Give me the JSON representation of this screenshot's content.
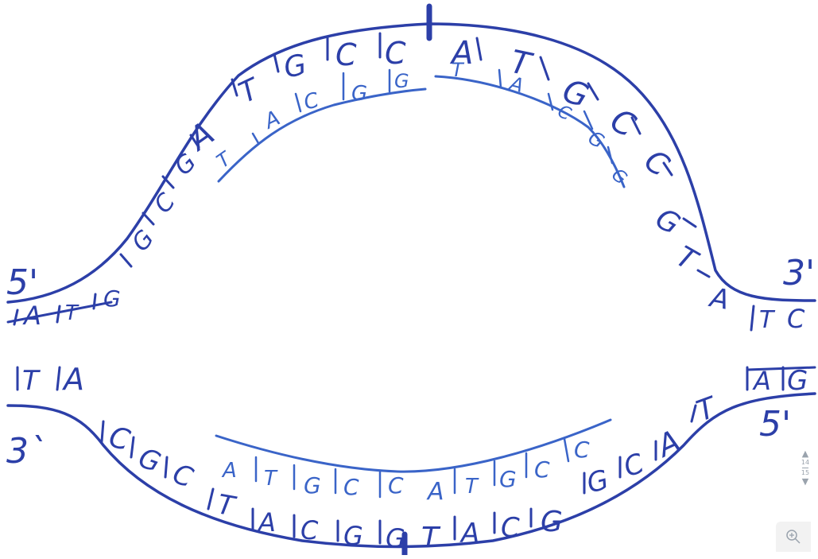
{
  "strand_labels": {
    "top_left": "5'",
    "top_right": "3'",
    "bottom_left": "3`",
    "bottom_right": "5'"
  },
  "top_strand_bases": [
    "A",
    "T",
    "G",
    "G",
    "C",
    "G",
    "A",
    "T",
    "G",
    "C",
    "C",
    "A",
    "T",
    "G",
    "C",
    "C",
    "G",
    "T",
    "A",
    "T",
    "C"
  ],
  "top_new_bases": [
    "T",
    "A",
    "C",
    "G",
    "G",
    "T",
    "A",
    "C",
    "G",
    "G"
  ],
  "bottom_strand_bases": [
    "T",
    "A",
    "C",
    "G",
    "C",
    "T",
    "A",
    "C",
    "G",
    "G",
    "T",
    "A",
    "C",
    "G",
    "G",
    "C",
    "A",
    "T",
    "A",
    "G"
  ],
  "bottom_new_bases": [
    "A",
    "T",
    "G",
    "C",
    "C",
    "A",
    "T",
    "G",
    "C",
    "C"
  ],
  "page_indicator": {
    "current": "14",
    "total": "15"
  },
  "icons": {
    "page_up": "triangle-up-icon",
    "page_down": "triangle-down-icon",
    "zoom": "zoom-in-icon"
  }
}
